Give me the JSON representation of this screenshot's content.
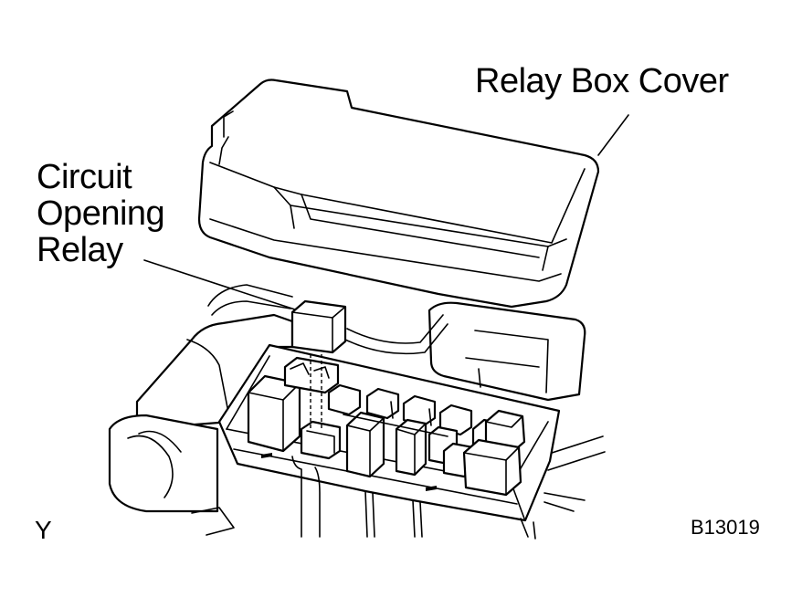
{
  "labels": {
    "relay_box_cover": "Relay Box Cover",
    "circuit_opening_relay": [
      "Circuit",
      "Opening",
      "Relay"
    ],
    "view_letter": "Y",
    "figure_code": "B13019"
  },
  "colors": {
    "line": "#000000",
    "background": "#ffffff"
  }
}
